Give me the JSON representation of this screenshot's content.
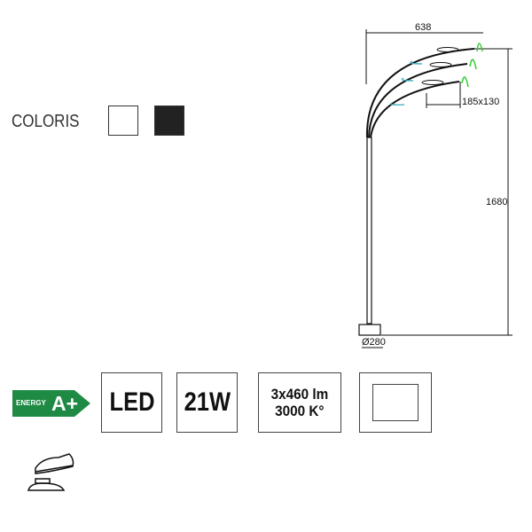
{
  "colors": {
    "label": "COLORIS",
    "swatches": [
      "#ffffff",
      "#222222"
    ]
  },
  "dimensions": {
    "width": "638",
    "height": "1680",
    "head": "185x130",
    "base": "Ø280"
  },
  "energy": {
    "label": "ENERGY",
    "class": "A+",
    "color": "#1f8a44"
  },
  "specs": {
    "source": "LED",
    "power": "21W",
    "lumens": "3x460 lm",
    "temperature": "3000 K°"
  },
  "icons": [
    "square-shape-icon",
    "foot-switch-icon"
  ]
}
